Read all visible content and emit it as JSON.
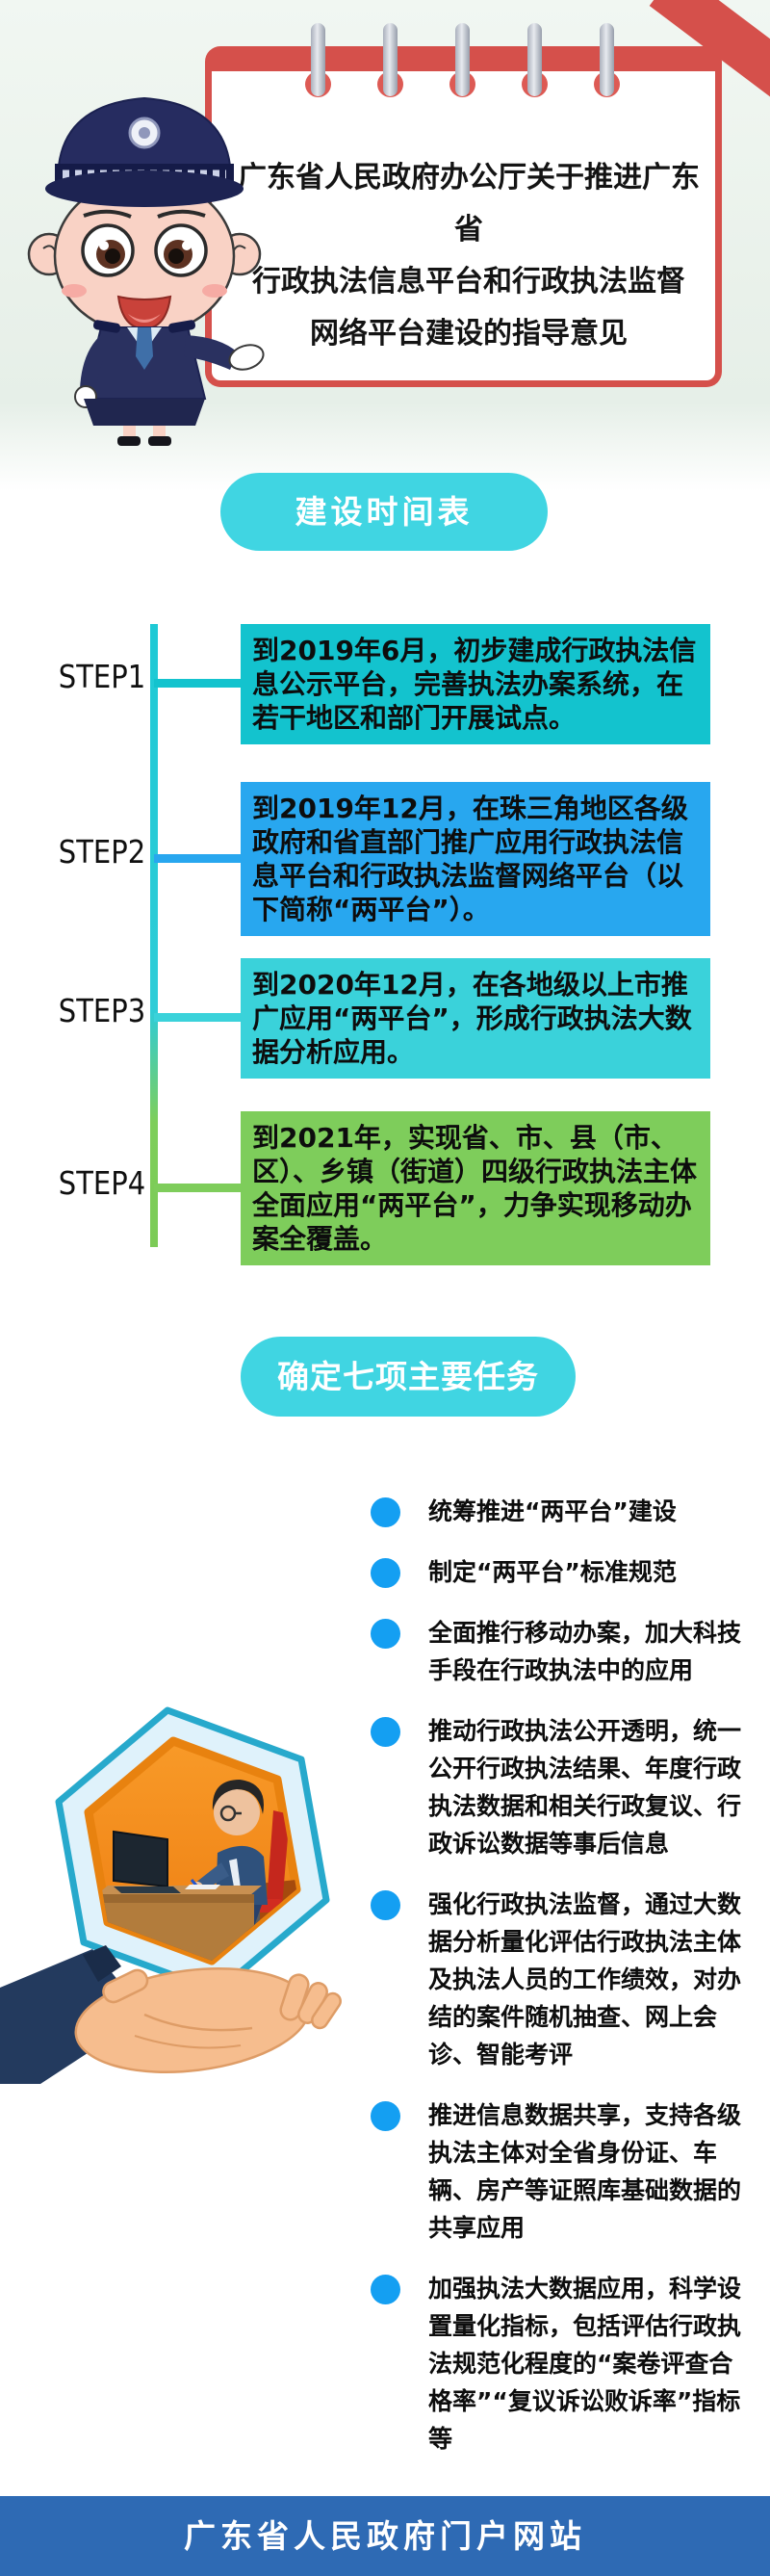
{
  "header": {
    "title_lines": [
      "广东省人民政府办公厅关于推进广东省",
      "行政执法信息平台和行政执法监督",
      "网络平台建设的指导意见"
    ],
    "card_accent_color": "#d5504b",
    "mascot_icon": "police-officer-cartoon"
  },
  "sections": {
    "timeline_label": "建设时间表",
    "tasks_label": "确定七项主要任务",
    "pill_color": "#40d5e2"
  },
  "timeline": {
    "steps": [
      {
        "label": "STEP1",
        "text": "到2019年6月，初步建成行政执法信息公示平台，完善执法办案系统，在若干地区和部门开展试点。",
        "color": "#13c3ce"
      },
      {
        "label": "STEP2",
        "text": "到2019年12月，在珠三角地区各级政府和省直部门推广应用行政执法信息平台和行政执法监督网络平台（以下简称“两平台”）。",
        "color": "#28a7ef"
      },
      {
        "label": "STEP3",
        "text": "到2020年12月，在各地级以上市推广应用“两平台”，形成行政执法大数据分析应用。",
        "color": "#3ad2da"
      },
      {
        "label": "STEP4",
        "text": "到2021年，实现省、市、县（市、区）、乡镇（街道）四级行政执法主体全面应用“两平台”，力争实现移动办案全覆盖。",
        "color": "#7ecd5b"
      }
    ]
  },
  "tasks": {
    "bullet_color": "#149ff2",
    "items": [
      "统筹推进“两平台”建设",
      "制定“两平台”标准规范",
      "全面推行移动办案，加大科技手段在行政执法中的应用",
      "推动行政执法公开透明，统一公开行政执法结果、年度行政执法数据和相关行政复议、行政诉讼数据等事后信息",
      "强化行政执法监督，通过大数据分析量化评估行政执法主体及执法人员的工作绩效，对办结的案件随机抽查、网上会诊、智能考评",
      "推进信息数据共享，支持各级执法主体对全省身份证、车辆、房产等证照库基础数据的共享应用",
      "加强执法大数据应用，科学设置量化指标，包括评估行政执法规范化程度的“案卷评查合格率”“复议诉讼败诉率”指标等"
    ],
    "illustration_icon": "hand-holding-hexagon-officer-at-desk"
  },
  "footer": {
    "site_name": "广东省人民政府门户网站",
    "background": "#2e6ab4"
  }
}
